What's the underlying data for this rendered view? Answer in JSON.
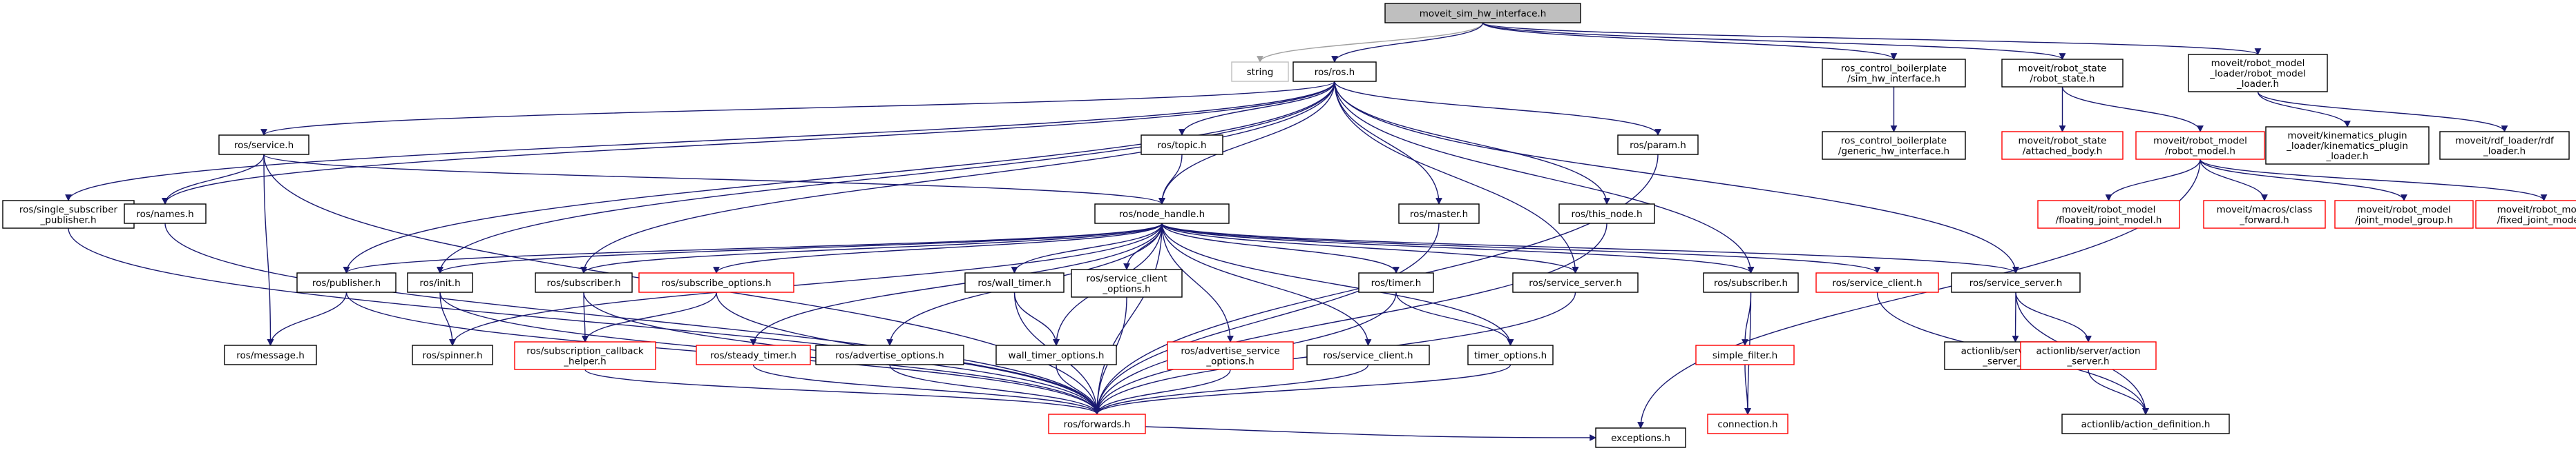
{
  "colors": {
    "edge": "#191970",
    "edge_gray": "#a0a0a0",
    "node_border": "#000000",
    "node_border_gray": "#bfbfbf",
    "node_border_red": "#ff0000",
    "root_fill": "#bfbfbf",
    "text": "#000000"
  },
  "nodes": [
    {
      "id": "root",
      "lines": [
        "moveit_sim_hw_interface.h"
      ],
      "style": "root"
    },
    {
      "id": "string",
      "lines": [
        "string"
      ],
      "style": "gray"
    },
    {
      "id": "ros_ros",
      "lines": [
        "ros/ros.h"
      ],
      "style": "normal"
    },
    {
      "id": "ros_control_sim",
      "lines": [
        "ros_control_boilerplate",
        "/sim_hw_interface.h"
      ],
      "style": "normal"
    },
    {
      "id": "robot_state",
      "lines": [
        "moveit/robot_state",
        "/robot_state.h"
      ],
      "style": "normal"
    },
    {
      "id": "robot_model_loader",
      "lines": [
        "moveit/robot_model",
        "_loader/robot_model",
        "_loader.h"
      ],
      "style": "normal"
    },
    {
      "id": "ros_service",
      "lines": [
        "ros/service.h"
      ],
      "style": "normal"
    },
    {
      "id": "ros_topic",
      "lines": [
        "ros/topic.h"
      ],
      "style": "normal"
    },
    {
      "id": "ros_param",
      "lines": [
        "ros/param.h"
      ],
      "style": "normal"
    },
    {
      "id": "generic_hw",
      "lines": [
        "ros_control_boilerplate",
        "/generic_hw_interface.h"
      ],
      "style": "normal"
    },
    {
      "id": "attached_body",
      "lines": [
        "moveit/robot_state",
        "/attached_body.h"
      ],
      "style": "red"
    },
    {
      "id": "robot_model",
      "lines": [
        "moveit/robot_model",
        "/robot_model.h"
      ],
      "style": "red"
    },
    {
      "id": "kinematics_plugin",
      "lines": [
        "moveit/kinematics_plugin",
        "_loader/kinematics_plugin",
        "_loader.h"
      ],
      "style": "normal"
    },
    {
      "id": "rdf_loader",
      "lines": [
        "moveit/rdf_loader/rdf",
        "_loader.h"
      ],
      "style": "normal"
    },
    {
      "id": "single_sub_pub",
      "lines": [
        "ros/single_subscriber",
        "_publisher.h"
      ],
      "style": "normal"
    },
    {
      "id": "ros_names",
      "lines": [
        "ros/names.h"
      ],
      "style": "normal"
    },
    {
      "id": "node_handle",
      "lines": [
        "ros/node_handle.h"
      ],
      "style": "normal"
    },
    {
      "id": "ros_master",
      "lines": [
        "ros/master.h"
      ],
      "style": "normal"
    },
    {
      "id": "this_node",
      "lines": [
        "ros/this_node.h"
      ],
      "style": "normal"
    },
    {
      "id": "floating_joint",
      "lines": [
        "moveit/robot_model",
        "/floating_joint_model.h"
      ],
      "style": "red"
    },
    {
      "id": "macros_class",
      "lines": [
        "moveit/macros/class",
        "_forward.h"
      ],
      "style": "red"
    },
    {
      "id": "joint_model_group",
      "lines": [
        "moveit/robot_model",
        "/joint_model_group.h"
      ],
      "style": "red"
    },
    {
      "id": "fixed_joint",
      "lines": [
        "moveit/robot_model",
        "/fixed_joint_model.h"
      ],
      "style": "red"
    },
    {
      "id": "ros_publisher",
      "lines": [
        "ros/publisher.h"
      ],
      "style": "normal"
    },
    {
      "id": "ros_init",
      "lines": [
        "ros/init.h"
      ],
      "style": "normal"
    },
    {
      "id": "ros_subscriber_c",
      "lines": [
        "ros/subscriber.h"
      ],
      "style": "normal"
    },
    {
      "id": "subscribe_options",
      "lines": [
        "ros/subscribe_options.h"
      ],
      "style": "red"
    },
    {
      "id": "wall_timer",
      "lines": [
        "ros/wall_timer.h"
      ],
      "style": "normal"
    },
    {
      "id": "service_client_opts",
      "lines": [
        "ros/service_client",
        "_options.h"
      ],
      "style": "normal"
    },
    {
      "id": "ros_timer",
      "lines": [
        "ros/timer.h"
      ],
      "style": "normal"
    },
    {
      "id": "service_server_c",
      "lines": [
        "ros/service_server.h"
      ],
      "style": "normal"
    },
    {
      "id": "ros_subscriber_r",
      "lines": [
        "ros/subscriber.h"
      ],
      "style": "normal"
    },
    {
      "id": "service_client_red",
      "lines": [
        "ros/service_client.h"
      ],
      "style": "red"
    },
    {
      "id": "service_server_r",
      "lines": [
        "ros/service_server.h"
      ],
      "style": "normal"
    },
    {
      "id": "ros_message",
      "lines": [
        "ros/message.h"
      ],
      "style": "normal"
    },
    {
      "id": "ros_spinner",
      "lines": [
        "ros/spinner.h"
      ],
      "style": "normal"
    },
    {
      "id": "sub_cb_helper",
      "lines": [
        "ros/subscription_callback",
        "_helper.h"
      ],
      "style": "red"
    },
    {
      "id": "steady_timer",
      "lines": [
        "ros/steady_timer.h"
      ],
      "style": "red"
    },
    {
      "id": "advertise_options",
      "lines": [
        "ros/advertise_options.h"
      ],
      "style": "normal"
    },
    {
      "id": "wall_timer_options",
      "lines": [
        "wall_timer_options.h"
      ],
      "style": "normal"
    },
    {
      "id": "advertise_service_opts",
      "lines": [
        "ros/advertise_service",
        "_options.h"
      ],
      "style": "red"
    },
    {
      "id": "service_client_b",
      "lines": [
        "ros/service_client.h"
      ],
      "style": "normal"
    },
    {
      "id": "timer_options",
      "lines": [
        "timer_options.h"
      ],
      "style": "normal"
    },
    {
      "id": "simple_filter",
      "lines": [
        "simple_filter.h"
      ],
      "style": "red"
    },
    {
      "id": "connection",
      "lines": [
        "connection.h"
      ],
      "style": "red"
    },
    {
      "id": "server_imp",
      "lines": [
        "actionlib/server/service",
        "_server_imp.h"
      ],
      "style": "normal"
    },
    {
      "id": "action_server",
      "lines": [
        "actionlib/server/action",
        "_server.h"
      ],
      "style": "red"
    },
    {
      "id": "action_definition",
      "lines": [
        "actionlib/action_definition.h"
      ],
      "style": "normal"
    },
    {
      "id": "ros_forwards",
      "lines": [
        "ros/forwards.h"
      ],
      "style": "red"
    },
    {
      "id": "exceptions",
      "lines": [
        "exceptions.h"
      ],
      "style": "normal"
    }
  ],
  "edges": [
    [
      "root",
      "string"
    ],
    [
      "root",
      "ros_ros"
    ],
    [
      "root",
      "ros_control_sim"
    ],
    [
      "root",
      "robot_state"
    ],
    [
      "root",
      "robot_model_loader"
    ],
    [
      "ros_control_sim",
      "generic_hw"
    ],
    [
      "robot_state",
      "attached_body"
    ],
    [
      "robot_state",
      "robot_model"
    ],
    [
      "robot_model_loader",
      "kinematics_plugin"
    ],
    [
      "robot_model_loader",
      "rdf_loader"
    ],
    [
      "robot_model",
      "floating_joint"
    ],
    [
      "robot_model",
      "macros_class"
    ],
    [
      "robot_model",
      "joint_model_group"
    ],
    [
      "robot_model",
      "fixed_joint"
    ],
    [
      "robot_model",
      "exceptions"
    ],
    [
      "ros_ros",
      "single_sub_pub"
    ],
    [
      "ros_ros",
      "ros_names"
    ],
    [
      "ros_ros",
      "ros_service"
    ],
    [
      "ros_ros",
      "ros_topic"
    ],
    [
      "ros_ros",
      "node_handle"
    ],
    [
      "ros_ros",
      "ros_master"
    ],
    [
      "ros_ros",
      "this_node"
    ],
    [
      "ros_ros",
      "ros_param"
    ],
    [
      "ros_ros",
      "ros_publisher"
    ],
    [
      "ros_ros",
      "ros_init"
    ],
    [
      "ros_ros",
      "ros_subscriber_c"
    ],
    [
      "ros_ros",
      "service_server_c"
    ],
    [
      "ros_ros",
      "ros_subscriber_r"
    ],
    [
      "ros_ros",
      "service_server_r"
    ],
    [
      "ros_service",
      "ros_names"
    ],
    [
      "ros_service",
      "node_handle"
    ],
    [
      "ros_service",
      "ros_message"
    ],
    [
      "ros_service",
      "ros_forwards"
    ],
    [
      "ros_topic",
      "node_handle"
    ],
    [
      "ros_param",
      "ros_forwards"
    ],
    [
      "single_sub_pub",
      "ros_forwards"
    ],
    [
      "ros_names",
      "ros_forwards"
    ],
    [
      "ros_master",
      "ros_forwards"
    ],
    [
      "this_node",
      "ros_forwards"
    ],
    [
      "node_handle",
      "ros_publisher"
    ],
    [
      "node_handle",
      "ros_init"
    ],
    [
      "node_handle",
      "ros_subscriber_c"
    ],
    [
      "node_handle",
      "subscribe_options"
    ],
    [
      "node_handle",
      "wall_timer"
    ],
    [
      "node_handle",
      "service_client_opts"
    ],
    [
      "node_handle",
      "ros_timer"
    ],
    [
      "node_handle",
      "service_server_c"
    ],
    [
      "node_handle",
      "ros_subscriber_r"
    ],
    [
      "node_handle",
      "service_client_red"
    ],
    [
      "node_handle",
      "service_server_r"
    ],
    [
      "node_handle",
      "ros_spinner"
    ],
    [
      "node_handle",
      "steady_timer"
    ],
    [
      "node_handle",
      "advertise_options"
    ],
    [
      "node_handle",
      "wall_timer_options"
    ],
    [
      "node_handle",
      "advertise_service_opts"
    ],
    [
      "node_handle",
      "service_client_b"
    ],
    [
      "node_handle",
      "timer_options"
    ],
    [
      "node_handle",
      "ros_forwards"
    ],
    [
      "ros_publisher",
      "ros_message"
    ],
    [
      "ros_publisher",
      "ros_forwards"
    ],
    [
      "ros_init",
      "ros_spinner"
    ],
    [
      "ros_init",
      "ros_forwards"
    ],
    [
      "ros_subscriber_c",
      "sub_cb_helper"
    ],
    [
      "ros_subscriber_c",
      "ros_forwards"
    ],
    [
      "subscribe_options",
      "sub_cb_helper"
    ],
    [
      "subscribe_options",
      "ros_forwards"
    ],
    [
      "sub_cb_helper",
      "ros_forwards"
    ],
    [
      "steady_timer",
      "ros_forwards"
    ],
    [
      "advertise_options",
      "ros_forwards"
    ],
    [
      "wall_timer",
      "wall_timer_options"
    ],
    [
      "wall_timer",
      "ros_forwards"
    ],
    [
      "wall_timer_options",
      "ros_forwards"
    ],
    [
      "service_client_opts",
      "ros_forwards"
    ],
    [
      "advertise_service_opts",
      "ros_forwards"
    ],
    [
      "ros_timer",
      "timer_options"
    ],
    [
      "ros_timer",
      "ros_forwards"
    ],
    [
      "timer_options",
      "ros_forwards"
    ],
    [
      "service_client_b",
      "ros_forwards"
    ],
    [
      "service_server_c",
      "ros_forwards"
    ],
    [
      "ros_subscriber_r",
      "simple_filter"
    ],
    [
      "ros_subscriber_r",
      "connection"
    ],
    [
      "simple_filter",
      "connection"
    ],
    [
      "service_client_red",
      "action_definition"
    ],
    [
      "service_server_r",
      "server_imp"
    ],
    [
      "service_server_r",
      "action_server"
    ],
    [
      "service_server_r",
      "action_definition"
    ],
    [
      "action_server",
      "action_definition"
    ],
    [
      "ros_forwards",
      "exceptions"
    ]
  ]
}
